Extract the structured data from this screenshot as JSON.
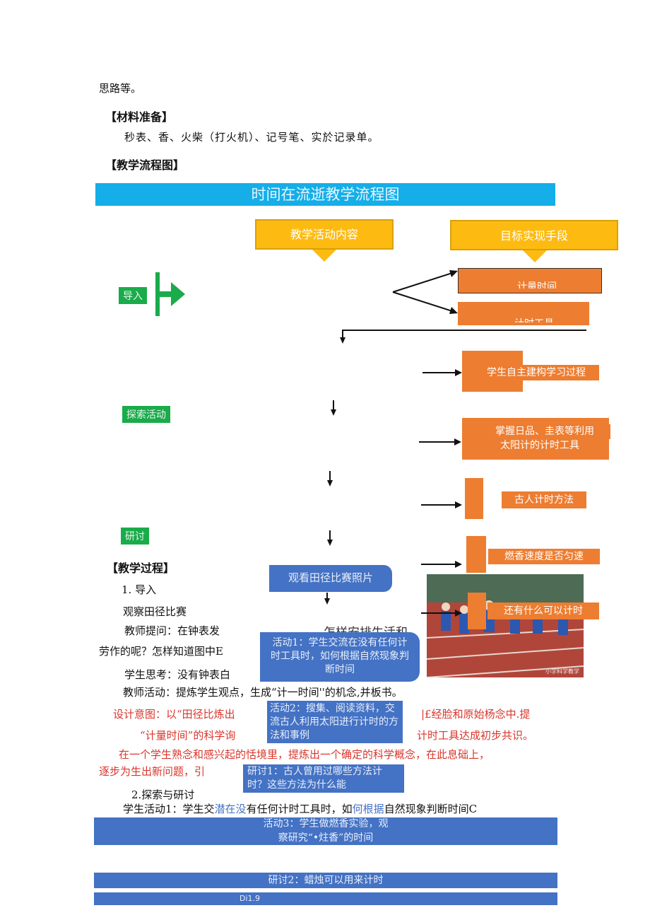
{
  "intro_tail": "思路等。",
  "materials": {
    "heading": "【材料准备】",
    "list": "秒表、香、火柴（打火机）、记号笔、实於记录单。"
  },
  "flow_heading": "【教学流程图】",
  "flowchart": {
    "title": "时间在流逝教学流程图",
    "col_content": "教学活动内容",
    "col_goal": "目标实现手段",
    "stages": {
      "intro": "导入",
      "explore": "探索活动",
      "discuss": "研讨"
    },
    "goals": {
      "g1": "计量时间",
      "g2": "计时工具",
      "g3": "学生自主建构学习过程",
      "g4_line1": "掌握日品、圭表等利用",
      "g4_line2": "太阳计的计时工具",
      "g5": "古人计时方法",
      "g6": "燃香速度是否匀速",
      "g7": "还有什么可以计时"
    },
    "activities": {
      "watch": "观看田径比赛照片",
      "partial": "怎样安排生活和",
      "act1": "活动1：学生交流在没有任何计时工具时，如何根据自然现象判断时间",
      "act2": "活动2：搜集、阅读资料，交流古人利用太阳进行计时的方法和事例",
      "discuss1": "研讨1：古人曾用过哪些方法计时？这些方法为什么能",
      "act3_line1": "活动3：学生做燃香实验，观",
      "act3_line2": "察研究“•炷香”的时间",
      "discuss2": "研讨2：蜡烛可以用来计时",
      "footer": "Di1.9"
    }
  },
  "process": {
    "heading": "【教学过程】",
    "s1": "1. 导入",
    "observe": "观察田径比赛",
    "teacher_q": "教师提问：在钟表发",
    "labor": "劳作的呢？怎样知道图中E",
    "student_think": "学生思考：没有钟表白",
    "teacher_act": "教师活动：提炼学生观点，生成“计一时间''的机念,并板书。",
    "design_a": "设计意图：以“田径比炼出",
    "design_b": "|£经脸和原始杨念中.提",
    "design_c": "“计量时间”的科学询",
    "design_d": "计时工具达成初步共识。",
    "context": "在一个学生熟念和感兴起的恬境里，提炼出一个确定的科学概念，在此息础上，",
    "step": "逐步为生出新问题，引",
    "s2": "2.探索与研讨",
    "student_act_a": "学生活动1：学生交",
    "student_act_b": "潜在没",
    "student_act_c": "有任何计时工具时，如",
    "student_act_d": "何根据",
    "student_act_e": "自然现象判断时间C"
  },
  "photo_caption": "小学科学教学"
}
